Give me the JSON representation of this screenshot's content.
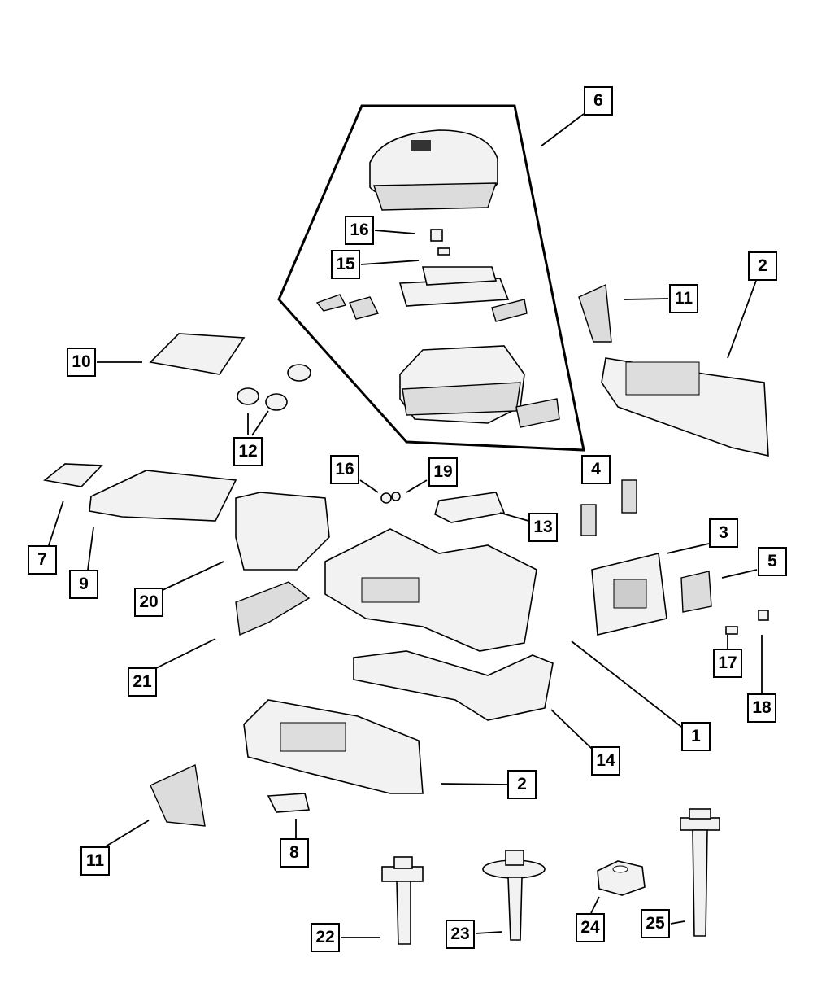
{
  "diagram": {
    "callouts": [
      {
        "id": "6"
      },
      {
        "id": "16"
      },
      {
        "id": "15"
      },
      {
        "id": "11"
      },
      {
        "id": "2"
      },
      {
        "id": "10"
      },
      {
        "id": "12"
      },
      {
        "id": "4"
      },
      {
        "id": "16"
      },
      {
        "id": "19"
      },
      {
        "id": "13"
      },
      {
        "id": "3"
      },
      {
        "id": "5"
      },
      {
        "id": "7"
      },
      {
        "id": "9"
      },
      {
        "id": "20"
      },
      {
        "id": "17"
      },
      {
        "id": "21"
      },
      {
        "id": "18"
      },
      {
        "id": "1"
      },
      {
        "id": "14"
      },
      {
        "id": "2"
      },
      {
        "id": "11"
      },
      {
        "id": "8"
      },
      {
        "id": "22"
      },
      {
        "id": "23"
      },
      {
        "id": "24"
      },
      {
        "id": "25"
      }
    ],
    "line_color": "#000000",
    "part_fill": "#f2f2f2"
  }
}
